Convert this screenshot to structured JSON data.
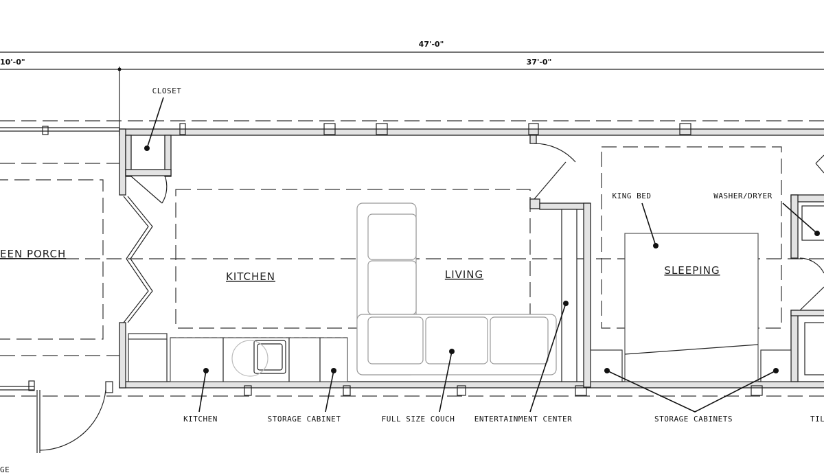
{
  "dimensions": {
    "overall": "47'-0\"",
    "porch_length": "10'-0\"",
    "interior_length": "37'-0\""
  },
  "rooms": {
    "porch": "EEN PORCH",
    "kitchen": "KITCHEN",
    "living": "LIVING",
    "sleeping": "SLEEPING"
  },
  "callouts": {
    "closet": "CLOSET",
    "king_bed": "KING BED",
    "washer_dryer": "WASHER/DRYER",
    "kitchen": "KITCHEN",
    "storage_cabinet": "STORAGE CABINET",
    "full_size_couch": "FULL SIZE COUCH",
    "entertainment_center": "ENTERTAINMENT CENTER",
    "storage_cabinets": "STORAGE CABINETS",
    "partial_right": "TIL",
    "partial_bottom_left": "GE"
  }
}
